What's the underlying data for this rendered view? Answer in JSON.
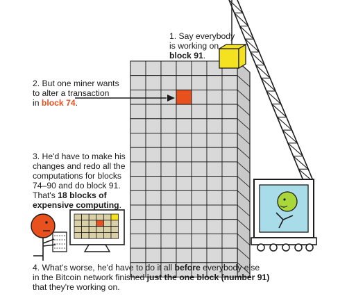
{
  "colors": {
    "ink": "#1a1a1a",
    "building": "#9a9a9a",
    "building_side": "#c9c9c9",
    "building_top": "#d9d9d9",
    "highlight": "#e8501e",
    "block_91": "#f4e221",
    "screen": "#a9dce9",
    "worker_face": "#a9d63a",
    "miner_face": "#e8501e"
  },
  "icons": [
    "crane-icon",
    "tower-icon",
    "miner-icon",
    "computer-icon",
    "worker-icon"
  ],
  "step1": {
    "lead": "1. Say everybody",
    "line2": "is working on",
    "bold": "block 91",
    "end": "."
  },
  "step2": {
    "line1": "2. But one miner wants",
    "line2": "to alter a transaction",
    "pre": "in ",
    "hl": "block 74",
    "end": "."
  },
  "step3": {
    "line1": "3. He'd have to make his",
    "line2": "changes and redo all the",
    "line3": "computations for blocks",
    "line4": "74–90 and do block 91.",
    "pre": "That's ",
    "bold1": "18 blocks of",
    "bold2": "expensive computing",
    "end": "."
  },
  "step4": {
    "pre": "4. What's worse, he'd have to do it all ",
    "bold1": "before",
    "post1": " everybody else",
    "pre2": "in the Bitcoin network finished ",
    "bold2": "just the one block (number 91)",
    "line3": "that they're working on."
  }
}
